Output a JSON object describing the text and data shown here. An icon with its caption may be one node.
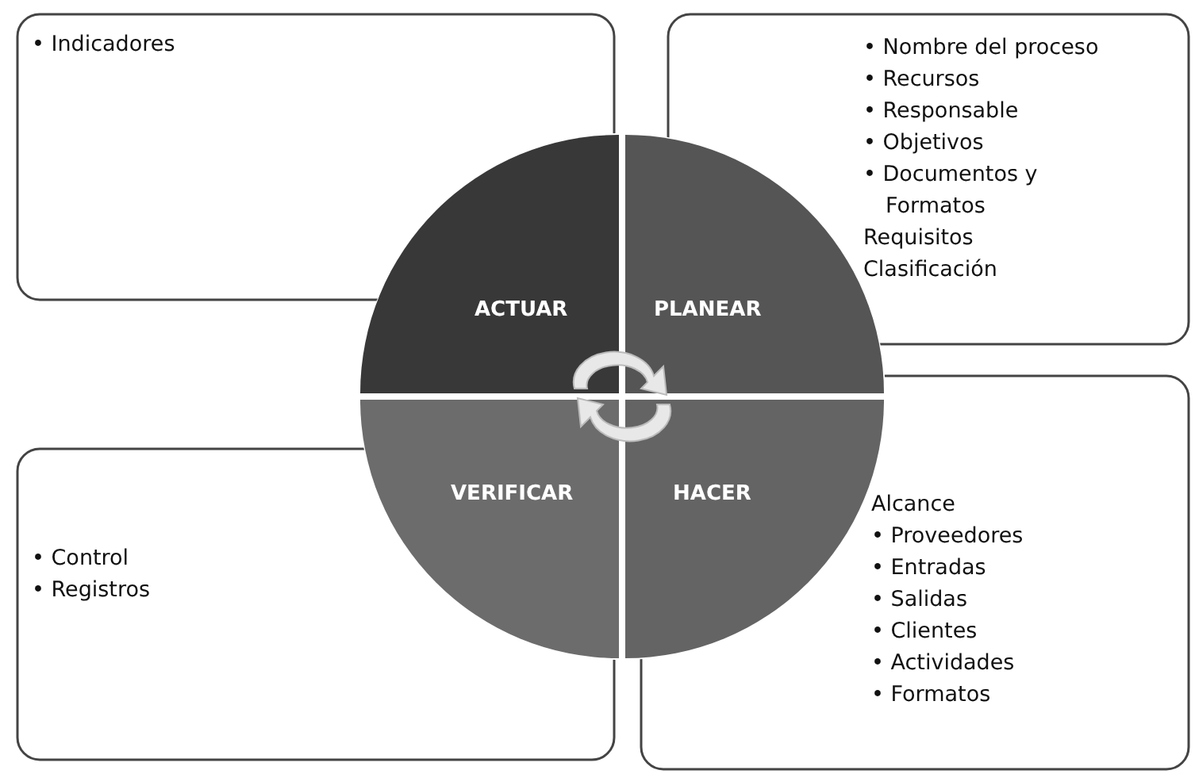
{
  "diagram": {
    "nodes": [
      {
        "text": [
          "• Indicadores"
        ]
      },
      {
        "text": [
          "• Nombre del proceso",
          "• Recursos",
          "• Responsable",
          "• Objetivos",
          "• Documentos y Formatos",
          "Requisitos",
          "Clasificación"
        ]
      },
      {
        "text": [
          "ACTUAR"
        ]
      },
      {
        "text": [
          "PLANEAR"
        ]
      },
      {
        "text": [
          "VERIFICAR"
        ]
      },
      {
        "text": [
          "HACER"
        ]
      },
      {
        "text": [
          "• Control",
          "• Registros"
        ]
      },
      {
        "text": [
          "Alcance",
          "• Proveedores",
          "• Entradas",
          "• Salidas",
          "• Clientes",
          "• Actividades",
          "• Formatos"
        ]
      }
    ],
    "edges": []
  }
}
